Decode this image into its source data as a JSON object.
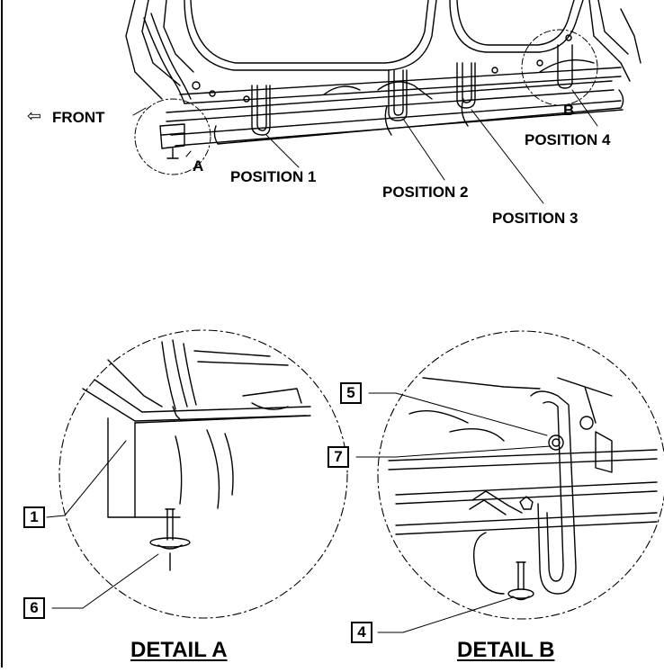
{
  "overview": {
    "front_label": "FRONT",
    "front_arrow": "⇦",
    "detail_a_marker": "A",
    "detail_b_marker": "B",
    "positions": [
      "POSITION 1",
      "POSITION 2",
      "POSITION 3",
      "POSITION 4"
    ]
  },
  "callouts": {
    "c1": "1",
    "c4": "4",
    "c5": "5",
    "c6": "6",
    "c7": "7"
  },
  "details": {
    "a_title": "DETAIL A",
    "b_title": "DETAIL B"
  }
}
